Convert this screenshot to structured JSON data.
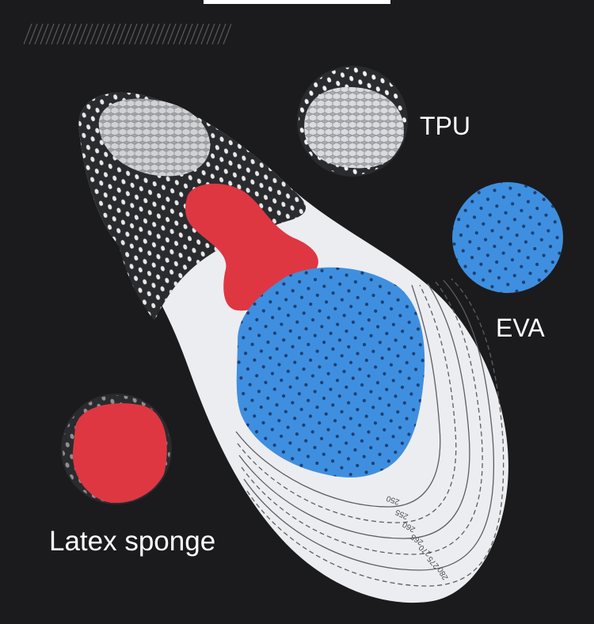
{
  "labels": {
    "tpu": "TPU",
    "eva": "EVA",
    "latex": "Latex sponge"
  },
  "size_scale": [
    "250",
    "255",
    "260",
    "265",
    "270",
    "275",
    "280"
  ],
  "colors": {
    "background": "#1b1b1d",
    "eva_blue": "#3f8fe0",
    "latex_red": "#de3742",
    "insole_white": "#ecedf0",
    "insole_black": "#2a2b2e",
    "tpu_gray": "#b9bbbe"
  }
}
